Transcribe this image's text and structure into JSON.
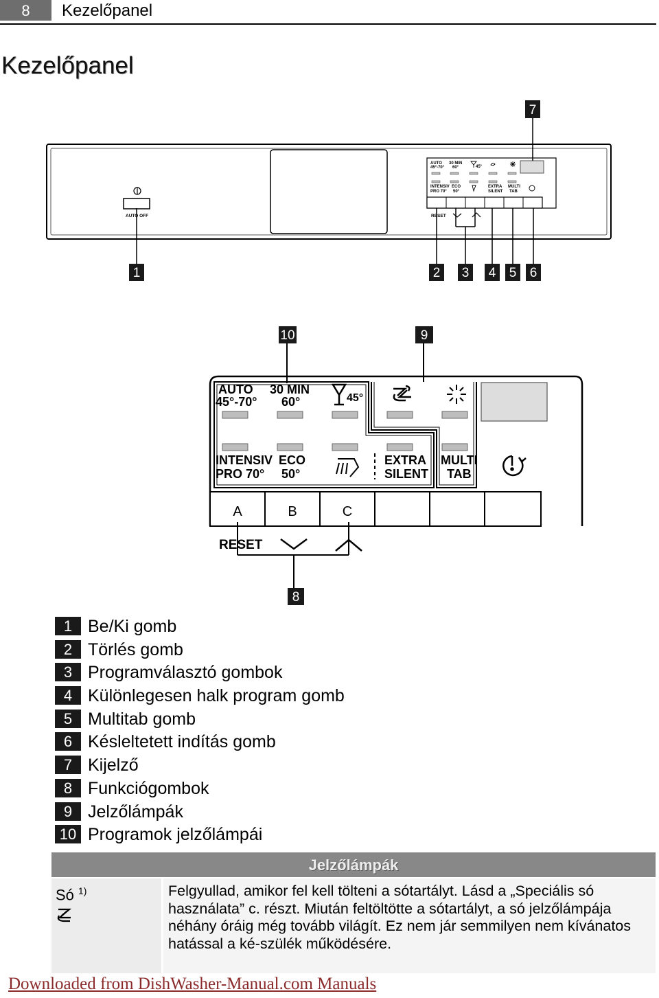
{
  "header": {
    "page_number": "8",
    "title": "Kezelőpanel"
  },
  "section_title": "Kezelőpanel",
  "overview": {
    "callouts": [
      "1",
      "2",
      "3",
      "4",
      "5",
      "6",
      "7"
    ],
    "auto_off_label": "AUTO OFF",
    "reset_label": "RESET",
    "mini_labels": {
      "auto": "AUTO",
      "auto_temp": "45°-70°",
      "min30": "30 MIN",
      "min30_temp": "60°",
      "glass_temp": "45°",
      "intensiv": "INTENSIV",
      "pro70": "PRO 70°",
      "eco": "ECO",
      "eco_temp": "50°",
      "extra": "EXTRA",
      "silent": "SILENT",
      "multi": "MULTI",
      "tab": "TAB"
    }
  },
  "detail": {
    "callouts": [
      "10",
      "9",
      "8"
    ],
    "labels": {
      "auto": "AUTO",
      "auto_temp": "45°-70°",
      "min30": "30 MIN",
      "min30_temp": "60°",
      "glass_temp": "45°",
      "intensiv": "INTENSIV",
      "pro70": "PRO 70°",
      "eco": "ECO",
      "eco_temp": "50°",
      "extra": "EXTRA",
      "silent": "SILENT",
      "multi": "MULTI",
      "tab": "TAB"
    },
    "buttons": [
      "A",
      "B",
      "C"
    ],
    "reset_label": "RESET"
  },
  "legend": [
    {
      "num": "1",
      "text": "Be/Ki gomb"
    },
    {
      "num": "2",
      "text": "Törlés gomb"
    },
    {
      "num": "3",
      "text": "Programválasztó gombok"
    },
    {
      "num": "4",
      "text": "Különlegesen halk program gomb"
    },
    {
      "num": "5",
      "text": "Multitab gomb"
    },
    {
      "num": "6",
      "text": "Késleltetett indítás gomb"
    },
    {
      "num": "7",
      "text": "Kijelző"
    },
    {
      "num": "8",
      "text": "Funkciógombok"
    },
    {
      "num": "9",
      "text": "Jelzőlámpák"
    },
    {
      "num": "10",
      "text": "Programok jelzőlámpái"
    }
  ],
  "table": {
    "header": "Jelzőlámpák",
    "rows": [
      {
        "label": "Só",
        "footnote": "1)",
        "icon": "salt-icon",
        "text": "Felgyullad, amikor fel kell tölteni a sótartályt. Lásd a „Speciális só használata” c. részt. Miután feltöltötte a sótartályt, a só jelzőlámpája néhány óráig még tovább világít. Ez nem jár semmilyen nem kívánatos hatással a ké-szülék működésére."
      }
    ]
  },
  "footer": {
    "link_text": "Downloaded from DishWasher-Manual.com Manuals"
  }
}
